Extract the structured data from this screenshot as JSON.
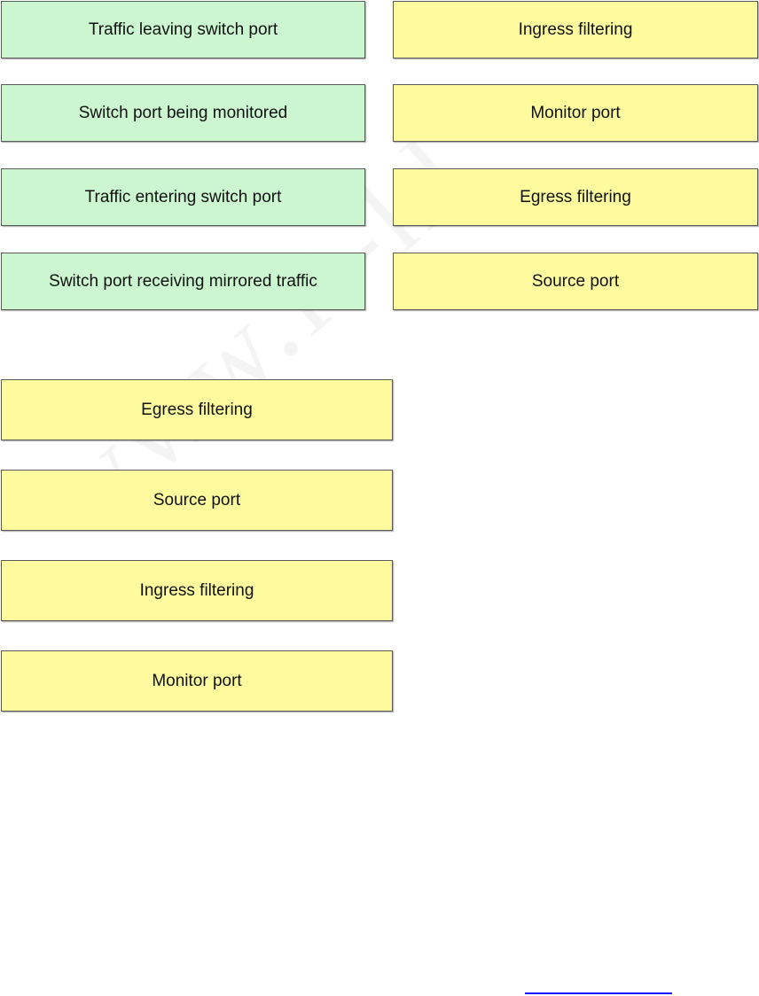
{
  "left_items": [
    "Traffic leaving switch port",
    "Switch port being monitored",
    "Traffic entering switch port",
    "Switch port receiving mirrored traffic"
  ],
  "right_options": [
    "Ingress filtering",
    "Monitor port",
    "Egress filtering",
    "Source port"
  ],
  "answer_items": [
    "Egress filtering",
    "Source port",
    "Ingress filtering",
    "Monitor port"
  ],
  "colors": {
    "item_fill": "#ccf6d0",
    "option_fill": "#fdfb9d",
    "border": "#5a5a5a",
    "link": "#1a1aff"
  }
}
